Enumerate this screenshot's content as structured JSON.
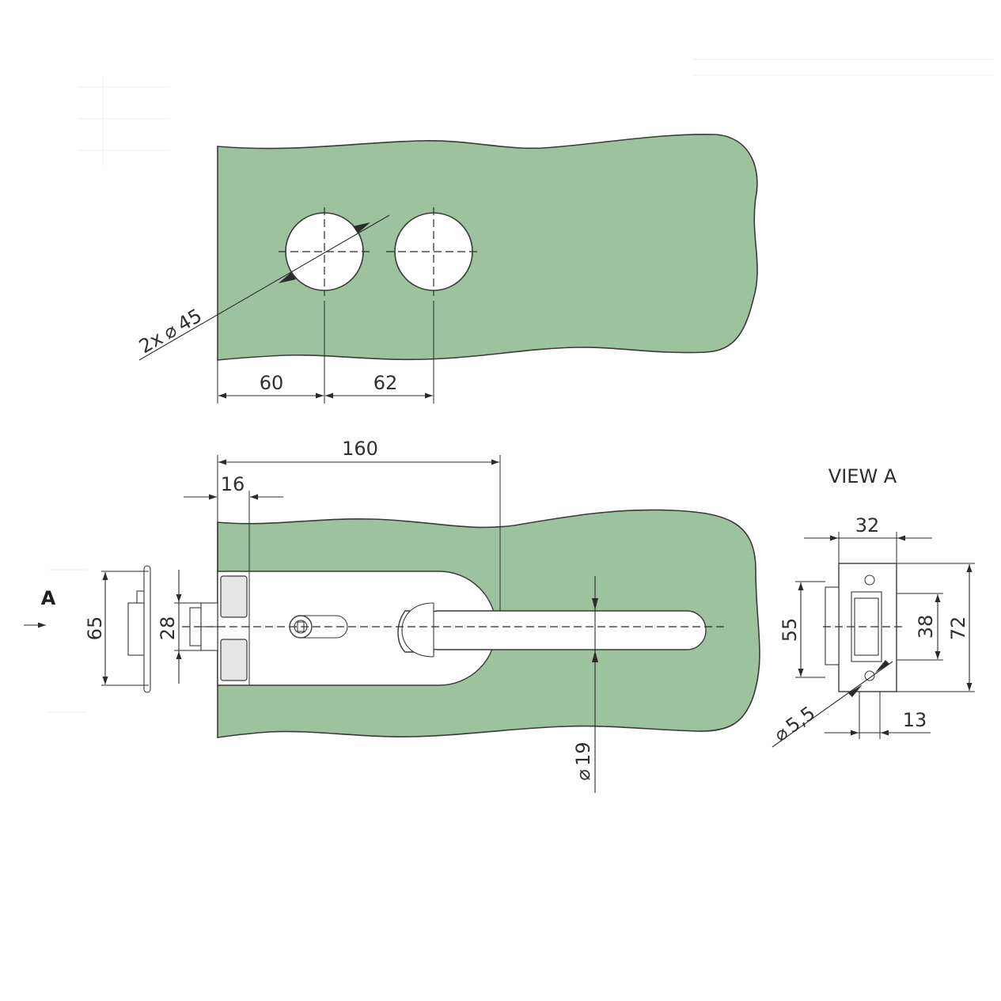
{
  "colors": {
    "glass": "#9dc39e",
    "line": "#2b2b2b",
    "background": "#ffffff"
  },
  "top_view": {
    "hole_label_prefix": "2x",
    "hole_label_symbol": "⌀",
    "hole_label_value": "45",
    "dim_edge_to_hole": "60",
    "dim_hole_to_hole": "62"
  },
  "front_view": {
    "dim_length": "160",
    "dim_edge": "16",
    "dim_height_outer": "65",
    "dim_height_inner": "28",
    "dim_handle_symbol": "⌀",
    "dim_handle_value": "19",
    "view_marker": "A"
  },
  "view_a": {
    "title": "VIEW A",
    "dim_width": "32",
    "dim_height_total": "72",
    "dim_height_mid": "55",
    "dim_height_slot": "38",
    "dim_offset": "13",
    "dim_screw_symbol": "⌀",
    "dim_screw_value": "5,5"
  }
}
